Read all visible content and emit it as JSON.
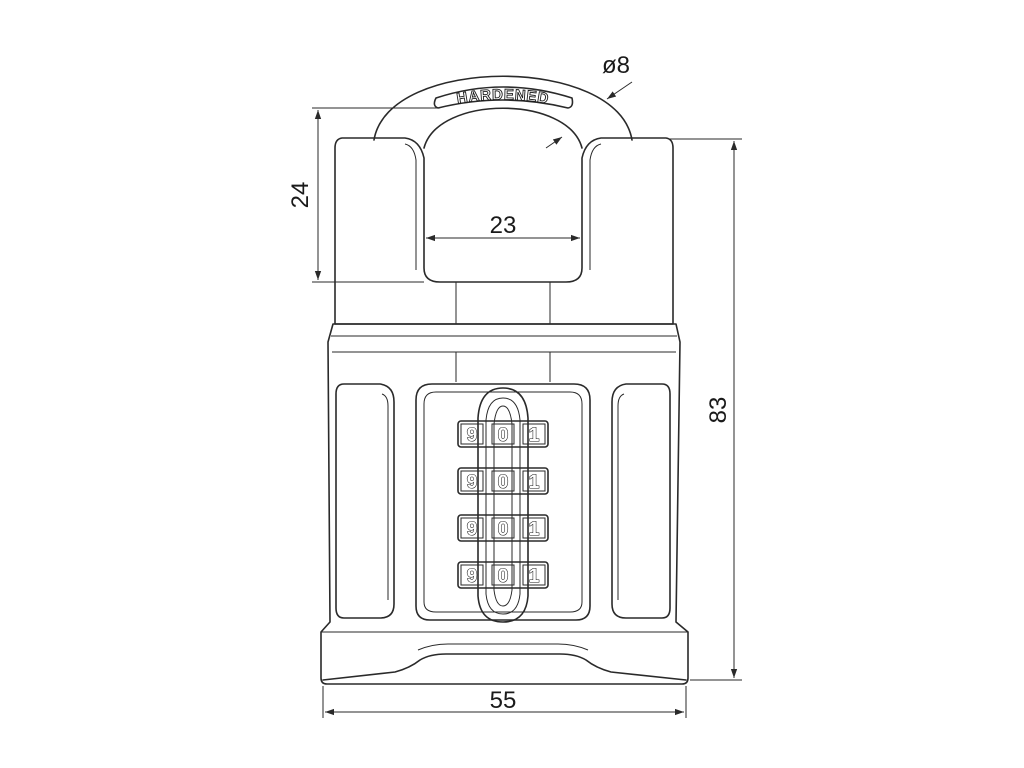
{
  "drawing": {
    "stamp_text": "HARDENED",
    "dimensions": {
      "shackle_diameter": "ø8",
      "shackle_clearance_height": "24",
      "shackle_inner_width": "23",
      "overall_height": "83",
      "body_width": "55"
    },
    "dial_rows": [
      [
        "9",
        "0",
        "1"
      ],
      [
        "9",
        "0",
        "1"
      ],
      [
        "9",
        "0",
        "1"
      ],
      [
        "9",
        "0",
        "1"
      ]
    ],
    "line_color": "#2a2a2a",
    "background_color": "#ffffff"
  }
}
